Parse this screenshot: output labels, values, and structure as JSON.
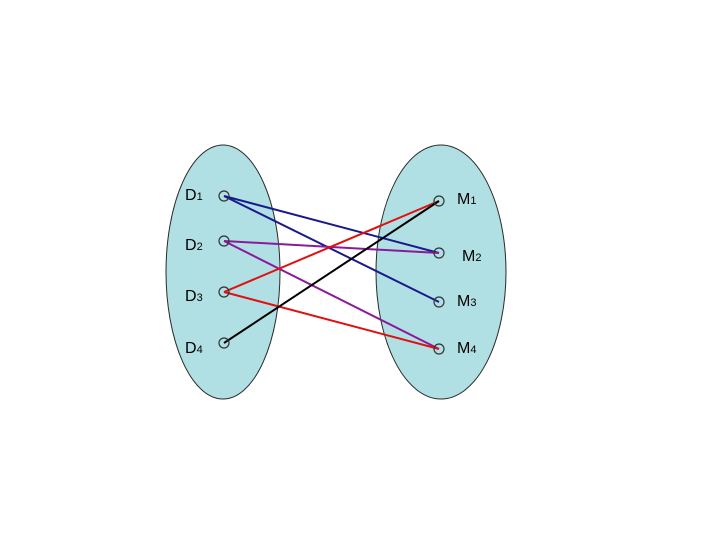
{
  "colors": {
    "set_fill": "#b0e0e4",
    "set_stroke": "#2a2a2a",
    "node_stroke": "#333333",
    "blue": "#1a1a8c",
    "purple": "#8b1a9a",
    "red": "#e01010",
    "black": "#000000"
  },
  "left_set": {
    "nodes": [
      {
        "id": "D1",
        "letter": "D",
        "index": "1"
      },
      {
        "id": "D2",
        "letter": "D",
        "index": "2"
      },
      {
        "id": "D3",
        "letter": "D",
        "index": "3"
      },
      {
        "id": "D4",
        "letter": "D",
        "index": "4"
      }
    ]
  },
  "right_set": {
    "nodes": [
      {
        "id": "M1",
        "letter": "M",
        "index": "1"
      },
      {
        "id": "M2",
        "letter": "M",
        "index": "2"
      },
      {
        "id": "M3",
        "letter": "M",
        "index": "3"
      },
      {
        "id": "M4",
        "letter": "M",
        "index": "4"
      }
    ]
  },
  "edges": [
    {
      "from": "D1",
      "to": "M2",
      "color": "blue"
    },
    {
      "from": "D1",
      "to": "M3",
      "color": "blue"
    },
    {
      "from": "D2",
      "to": "M2",
      "color": "purple"
    },
    {
      "from": "D2",
      "to": "M4",
      "color": "purple"
    },
    {
      "from": "D3",
      "to": "M1",
      "color": "red"
    },
    {
      "from": "D3",
      "to": "M4",
      "color": "red"
    },
    {
      "from": "D4",
      "to": "M1",
      "color": "black"
    }
  ]
}
